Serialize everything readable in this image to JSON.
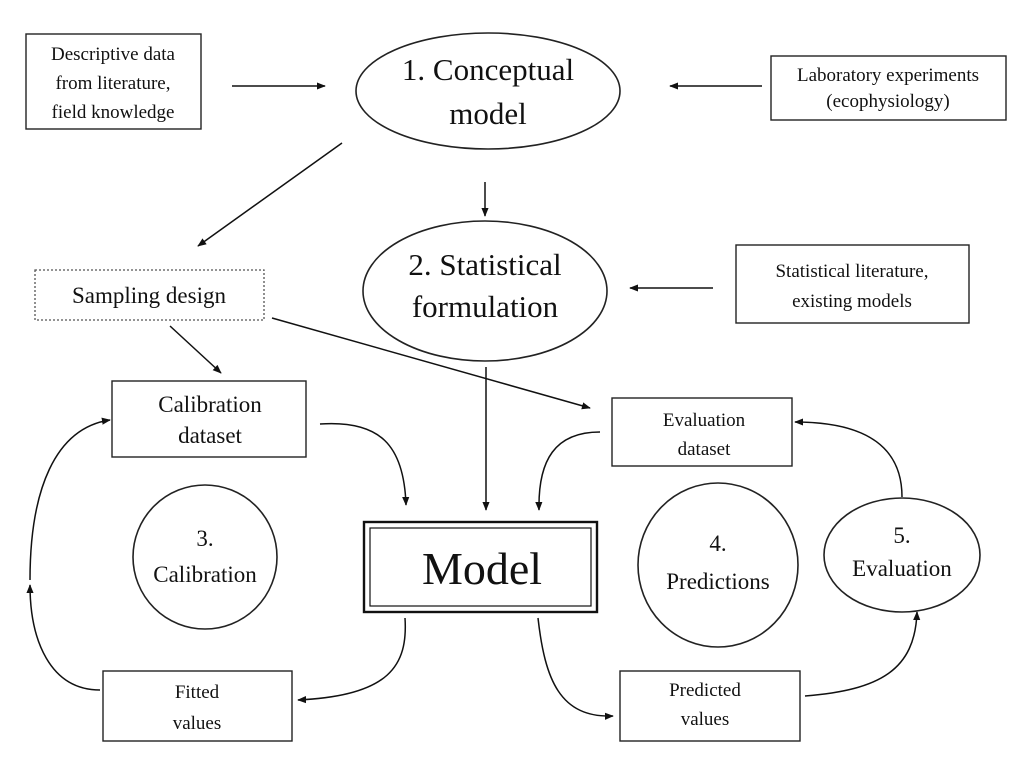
{
  "nodes": {
    "descriptive_data": [
      "Descriptive data",
      "from literature,",
      "field knowledge"
    ],
    "conceptual_model": [
      "1. Conceptual",
      "model"
    ],
    "laboratory_experiments": [
      "Laboratory  experiments",
      "(ecophysiology)"
    ],
    "statistical_formulation": [
      "2. Statistical",
      "formulation"
    ],
    "statistical_literature": [
      "Statistical literature,",
      "existing models"
    ],
    "sampling_design": "Sampling design",
    "calibration_dataset": [
      "Calibration",
      "dataset"
    ],
    "evaluation_dataset": [
      "Evaluation",
      "dataset"
    ],
    "calibration": [
      "3.",
      "Calibration"
    ],
    "model": "Model",
    "predictions": [
      "4.",
      "Predictions"
    ],
    "evaluation": [
      "5.",
      "Evaluation"
    ],
    "fitted_values": [
      "Fitted",
      "values"
    ],
    "predicted_values": [
      "Predicted",
      "values"
    ]
  }
}
